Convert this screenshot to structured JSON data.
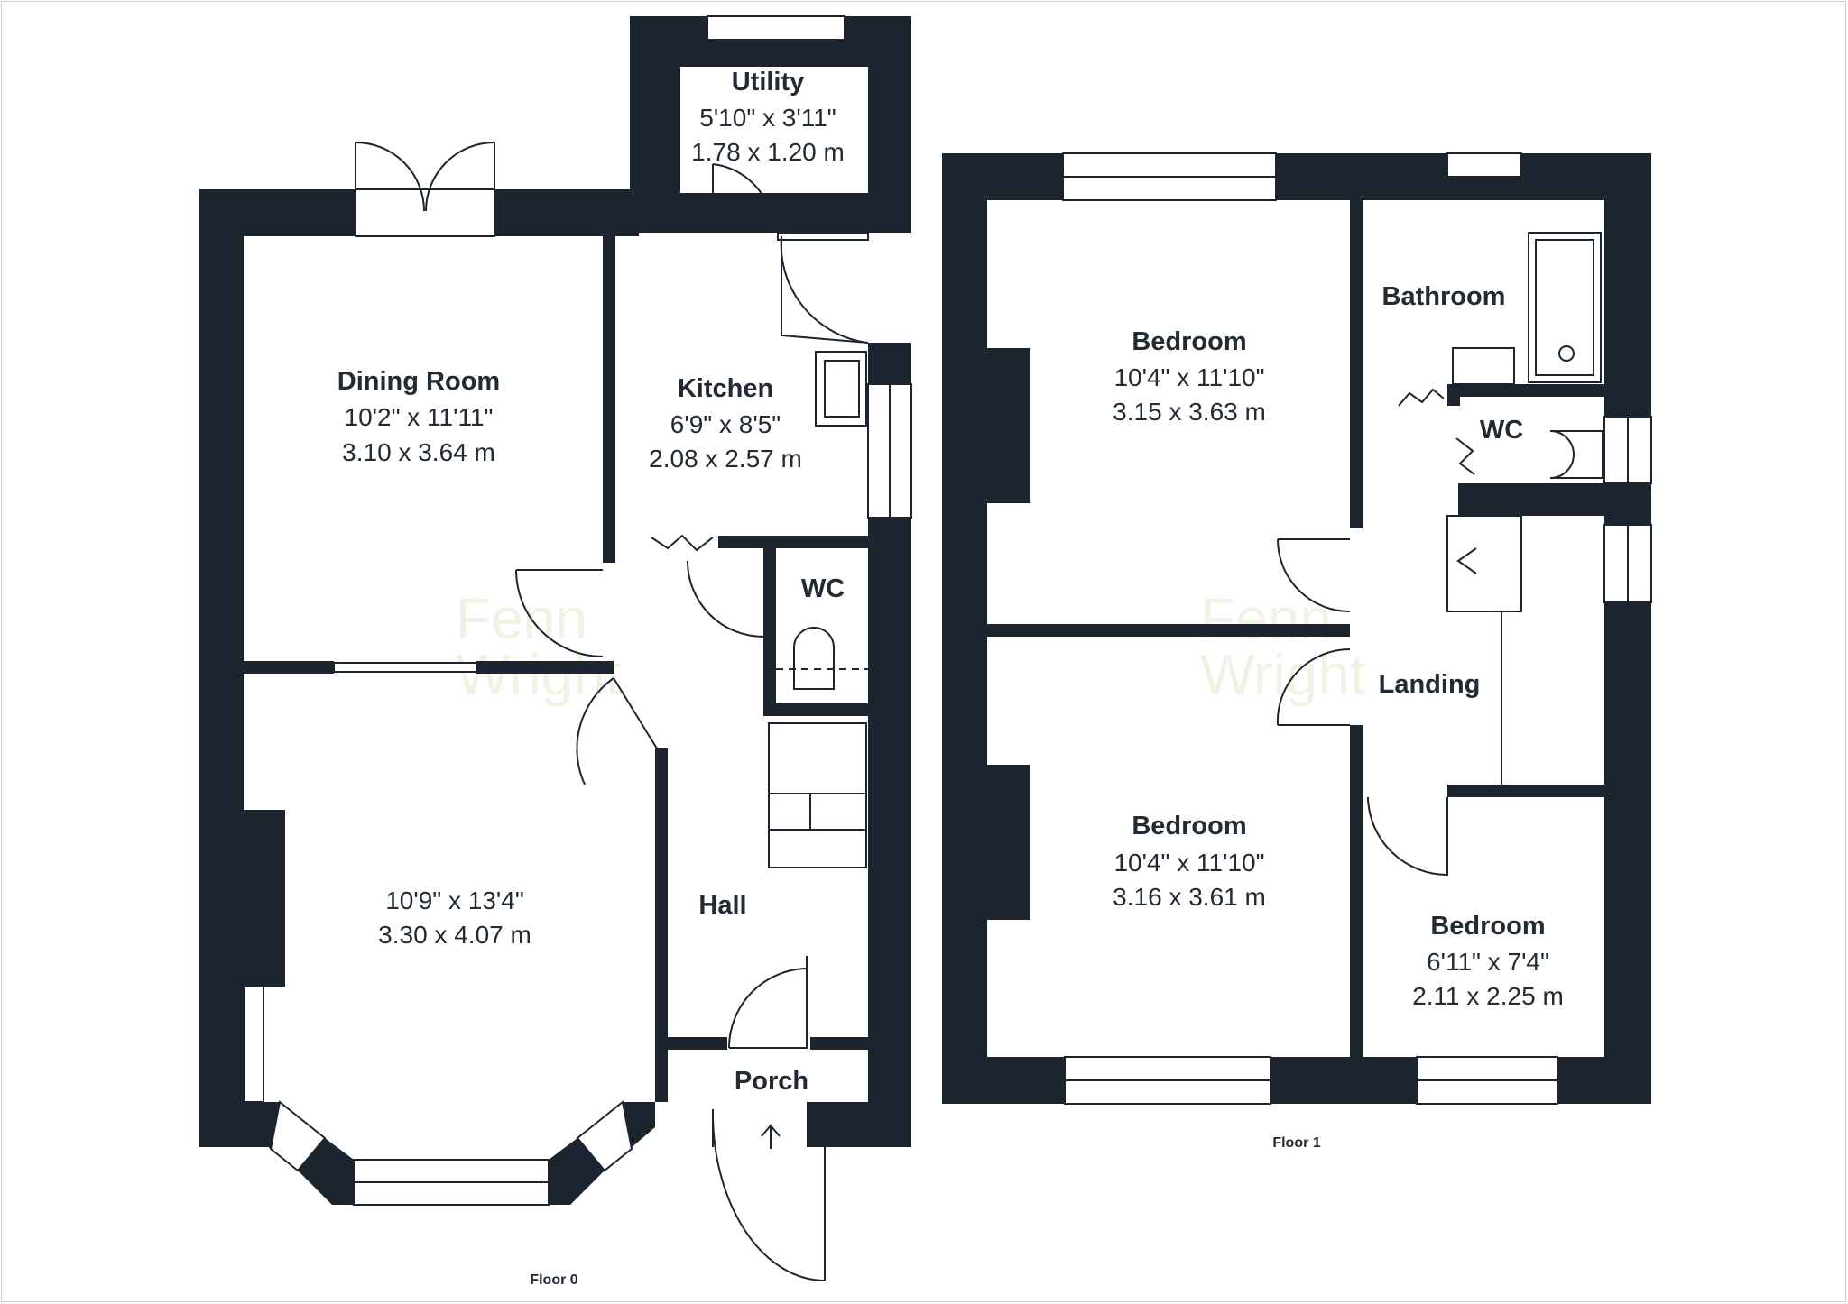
{
  "watermark": {
    "line1": "Fenn",
    "line2": "Wright"
  },
  "floors": [
    {
      "label": "Floor 0",
      "rooms": [
        {
          "name": "Utility",
          "dims_imperial": "5'10\" x 3'11\"",
          "dims_metric": "1.78 x 1.20 m"
        },
        {
          "name": "Dining Room",
          "dims_imperial": "10'2\" x 11'11\"",
          "dims_metric": "3.10 x 3.64 m"
        },
        {
          "name": "Kitchen",
          "dims_imperial": "6'9\" x 8'5\"",
          "dims_metric": "2.08 x 2.57 m"
        },
        {
          "name": "WC"
        },
        {
          "name": "",
          "dims_imperial": "10'9\" x 13'4\"",
          "dims_metric": "3.30 x 4.07 m"
        },
        {
          "name": "Hall"
        },
        {
          "name": "Porch"
        }
      ]
    },
    {
      "label": "Floor 1",
      "rooms": [
        {
          "name": "Bedroom",
          "dims_imperial": "10'4\" x 11'10\"",
          "dims_metric": "3.15 x 3.63 m"
        },
        {
          "name": "Bathroom"
        },
        {
          "name": "WC"
        },
        {
          "name": "Landing"
        },
        {
          "name": "Bedroom",
          "dims_imperial": "10'4\" x 11'10\"",
          "dims_metric": "3.16 x 3.61 m"
        },
        {
          "name": "Bedroom",
          "dims_imperial": "6'11\" x 7'4\"",
          "dims_metric": "2.11 x 2.25 m"
        }
      ]
    }
  ],
  "colors": {
    "wall": "#1c2430",
    "text": "#222a33",
    "watermark": "#eef3e4"
  },
  "icons": [
    "door-swing-icon",
    "bifold-door-icon",
    "stairs-icon",
    "bath-icon",
    "toilet-icon",
    "sink-icon",
    "entrance-arrow-icon"
  ]
}
